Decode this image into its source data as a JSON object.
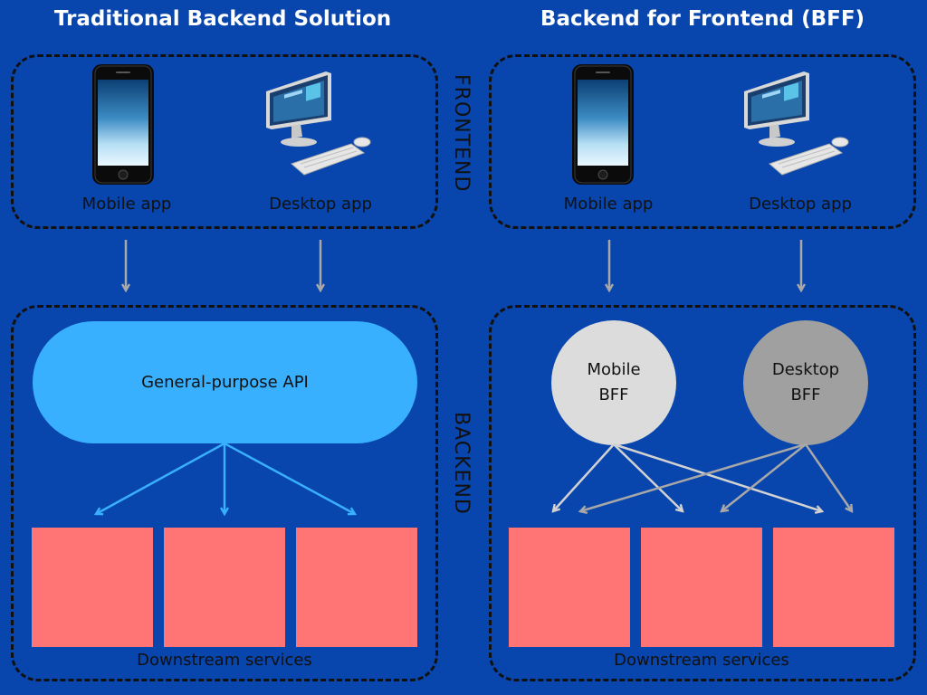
{
  "left": {
    "title": "Traditional Backend Solution",
    "mobile_label": "Mobile app",
    "desktop_label": "Desktop app",
    "api_label": "General-purpose API",
    "downstream_label": "Downstream services"
  },
  "right": {
    "title": "Backend for Frontend (BFF)",
    "mobile_label": "Mobile app",
    "desktop_label": "Desktop app",
    "mobile_bff_line1": "Mobile",
    "mobile_bff_line2": "BFF",
    "desktop_bff_line1": "Desktop",
    "desktop_bff_line2": "BFF",
    "downstream_label": "Downstream services"
  },
  "side_labels": {
    "frontend": "FRONTEND",
    "backend": "BACKEND"
  },
  "colors": {
    "background": "#0845ac",
    "api": "#38b0fe",
    "mobile_bff": "#dcdcdc",
    "desktop_bff": "#a0a0a0",
    "service": "#ff7474",
    "arrow_gray": "#a8a8a8",
    "arrow_blue": "#38b0fe"
  }
}
